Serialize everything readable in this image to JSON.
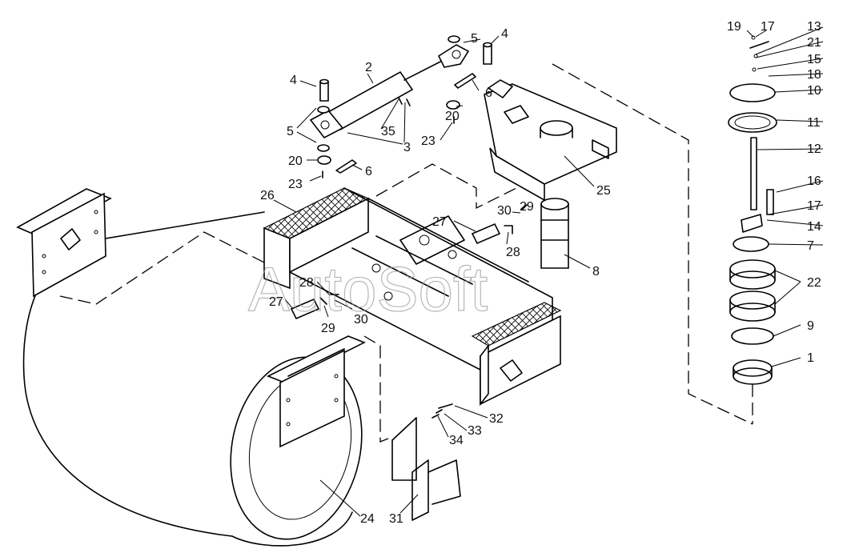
{
  "watermark": "AutoSoft",
  "part_labels": [
    {
      "id": "lbl-1",
      "text": "1"
    },
    {
      "id": "lbl-2",
      "text": "2"
    },
    {
      "id": "lbl-3",
      "text": "3"
    },
    {
      "id": "lbl-4a",
      "text": "4"
    },
    {
      "id": "lbl-4b",
      "text": "4"
    },
    {
      "id": "lbl-5a",
      "text": "5"
    },
    {
      "id": "lbl-5b",
      "text": "5"
    },
    {
      "id": "lbl-6a",
      "text": "6"
    },
    {
      "id": "lbl-6b",
      "text": "6"
    },
    {
      "id": "lbl-7",
      "text": "7"
    },
    {
      "id": "lbl-8",
      "text": "8"
    },
    {
      "id": "lbl-9",
      "text": "9"
    },
    {
      "id": "lbl-10",
      "text": "10"
    },
    {
      "id": "lbl-11",
      "text": "11"
    },
    {
      "id": "lbl-12",
      "text": "12"
    },
    {
      "id": "lbl-13",
      "text": "13"
    },
    {
      "id": "lbl-14",
      "text": "14"
    },
    {
      "id": "lbl-15",
      "text": "15"
    },
    {
      "id": "lbl-16",
      "text": "16"
    },
    {
      "id": "lbl-17a",
      "text": "17"
    },
    {
      "id": "lbl-17b",
      "text": "17"
    },
    {
      "id": "lbl-18",
      "text": "18"
    },
    {
      "id": "lbl-19",
      "text": "19"
    },
    {
      "id": "lbl-20a",
      "text": "20"
    },
    {
      "id": "lbl-20b",
      "text": "20"
    },
    {
      "id": "lbl-21",
      "text": "21"
    },
    {
      "id": "lbl-22",
      "text": "22"
    },
    {
      "id": "lbl-23a",
      "text": "23"
    },
    {
      "id": "lbl-23b",
      "text": "23"
    },
    {
      "id": "lbl-24",
      "text": "24"
    },
    {
      "id": "lbl-25",
      "text": "25"
    },
    {
      "id": "lbl-26",
      "text": "26"
    },
    {
      "id": "lbl-27a",
      "text": "27"
    },
    {
      "id": "lbl-27b",
      "text": "27"
    },
    {
      "id": "lbl-28a",
      "text": "28"
    },
    {
      "id": "lbl-28b",
      "text": "28"
    },
    {
      "id": "lbl-29a",
      "text": "29"
    },
    {
      "id": "lbl-29b",
      "text": "29"
    },
    {
      "id": "lbl-30a",
      "text": "30"
    },
    {
      "id": "lbl-30b",
      "text": "30"
    },
    {
      "id": "lbl-31",
      "text": "31"
    },
    {
      "id": "lbl-32",
      "text": "32"
    },
    {
      "id": "lbl-33",
      "text": "33"
    },
    {
      "id": "lbl-34",
      "text": "34"
    },
    {
      "id": "lbl-35",
      "text": "35"
    }
  ]
}
